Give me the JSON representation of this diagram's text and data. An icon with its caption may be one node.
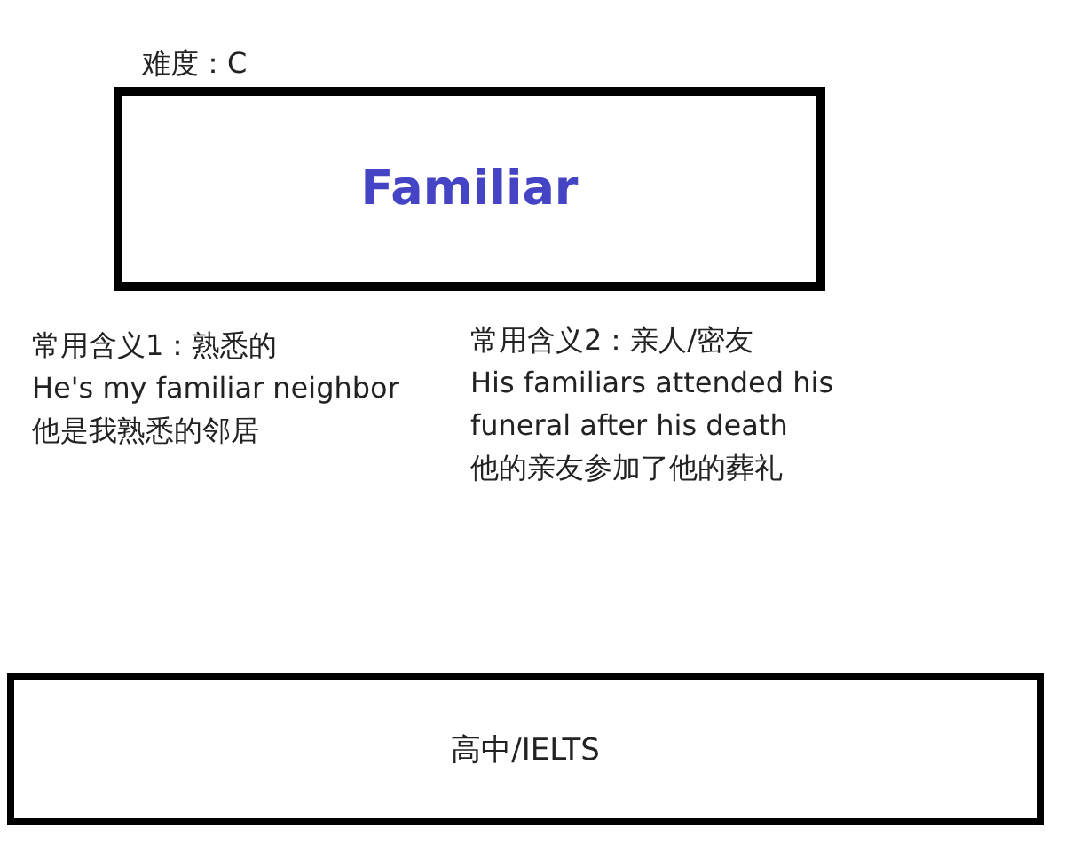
{
  "diagram": {
    "nodes": [
      {
        "text": [
          "Familiar"
        ],
        "beside": [
          "难度：C"
        ]
      },
      {
        "text": [
          "高中/IELTS"
        ]
      }
    ],
    "labels": [
      "常用含义1：熟悉的",
      "He's my familiar neighbor",
      "他是我熟悉的邻居",
      "常用含义2：亲人/密友",
      "His familiars attended his funeral after his death",
      "他的亲友参加了他的葬礼"
    ]
  }
}
